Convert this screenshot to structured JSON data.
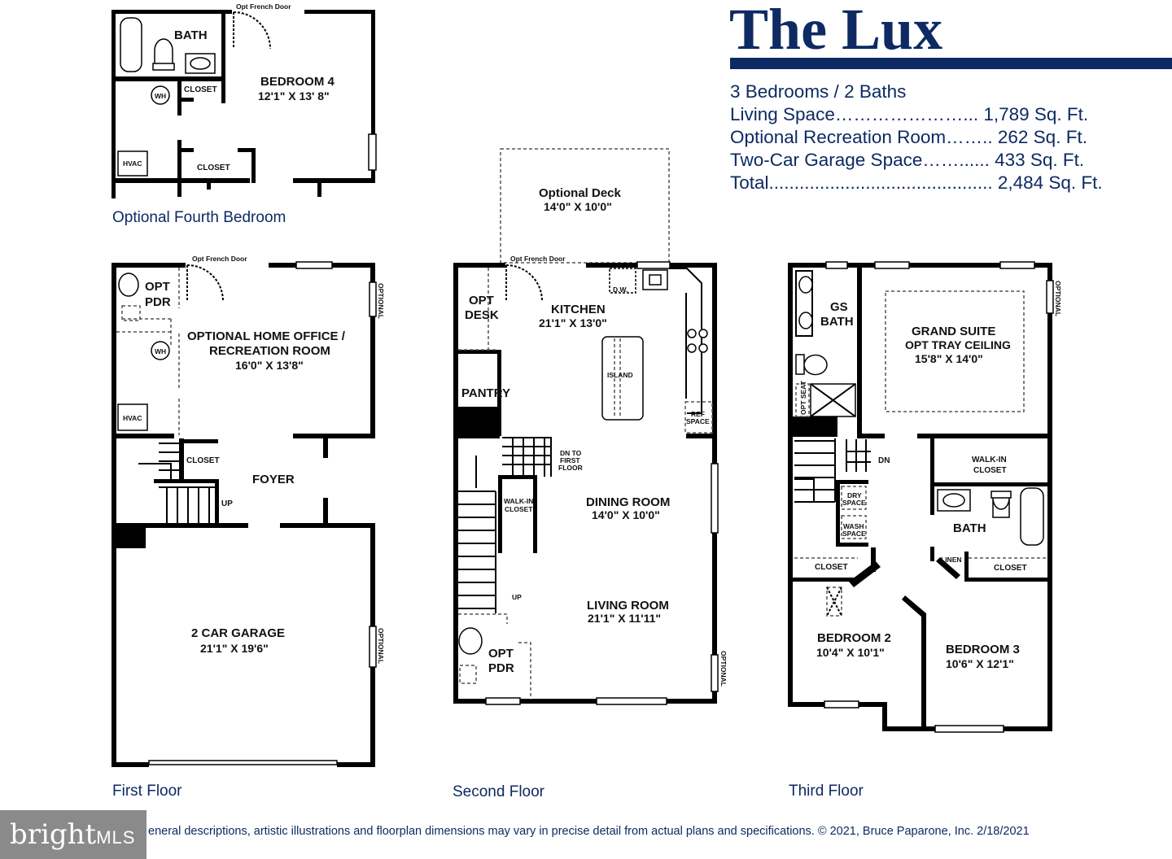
{
  "title": "The Lux",
  "specs": [
    "3 Bedrooms / 2 Baths",
    "Living Space…………………...  1,789 Sq. Ft.",
    "Optional Recreation Room…….. 262 Sq. Ft.",
    "Two-Car Garage Space……...... 433 Sq. Ft.",
    "Total............................................ 2,484 Sq. Ft."
  ],
  "captions": {
    "optional_fourth": "Optional Fourth Bedroom",
    "first": "First Floor",
    "second": "Second Floor",
    "third": "Third Floor"
  },
  "fourth_bedroom": {
    "french_door": "Opt French Door",
    "bath": "BATH",
    "bedroom_name": "BEDROOM 4",
    "bedroom_dim": "12'1\" X 13' 8\"",
    "closet_1": "CLOSET",
    "closet_2": "CLOSET",
    "wh": "WH",
    "hvac": "HVAC"
  },
  "first_floor": {
    "french_door": "Opt French Door",
    "opt": "OPT",
    "pdr": "PDR",
    "office_1": "OPTIONAL HOME OFFICE /",
    "office_2": "RECREATION ROOM",
    "office_dim": "16'0\" X 13'8\"",
    "optional_1": "OPTIONAL",
    "optional_2": "OPTIONAL",
    "wh": "WH",
    "hvac": "HVAC",
    "closet": "CLOSET",
    "foyer": "FOYER",
    "up": "UP",
    "garage": "2 CAR GARAGE",
    "garage_dim": "21'1\" X 19'6\""
  },
  "second_floor": {
    "deck": "Optional Deck",
    "deck_dim": "14'0\" X 10'0\"",
    "french_door": "Opt French Door",
    "opt_desk_1": "OPT",
    "opt_desk_2": "DESK",
    "kitchen": "KITCHEN",
    "kitchen_dim": "21'1\" X 13'0\"",
    "dw": "D.W.",
    "island": "ISLAND",
    "ref_1": "REF",
    "ref_2": "SPACE",
    "pantry": "PANTRY",
    "dn_1": "DN TO",
    "dn_2": "FIRST",
    "dn_3": "FLOOR",
    "walk_in_1": "WALK-IN",
    "walk_in_2": "CLOSET",
    "dining": "DINING ROOM",
    "dining_dim": "14'0\" X 10'0\"",
    "up": "UP",
    "living": "LIVING ROOM",
    "living_dim": "21'1\" X 11'11\"",
    "opt": "OPT",
    "pdr": "PDR",
    "optional": "OPTIONAL"
  },
  "third_floor": {
    "gs_1": "GS",
    "gs_2": "BATH",
    "opt_seat": "OPT SEAT",
    "suite": "GRAND SUITE",
    "tray": "OPT TRAY CEILING",
    "suite_dim": "15'8\" X 14'0\"",
    "optional": "OPTIONAL",
    "dn": "DN",
    "walk_in_1": "WALK-IN",
    "walk_in_2": "CLOSET",
    "dry_1": "DRY",
    "dry_2": "SPACE",
    "wash_1": "WASH",
    "wash_2": "SPACE",
    "bath": "BATH",
    "linen": "LINEN",
    "closet_1": "CLOSET",
    "closet_2": "CLOSET",
    "bed2": "BEDROOM 2",
    "bed2_dim": "10'4\" X 10'1\"",
    "bed3": "BEDROOM 3",
    "bed3_dim": "10'6\" X 12'1\""
  },
  "logo": {
    "word": "bright",
    "suffix": "MLS"
  },
  "disclaimer": "eneral descriptions, artistic illustrations and floorplan dimensions may vary in precise detail from actual plans and specifications. © 2021, Bruce Paparone, Inc. 2/18/2021",
  "colors": {
    "brand_navy": "#0d2a63",
    "logo_gray": "#8a8a8a"
  }
}
